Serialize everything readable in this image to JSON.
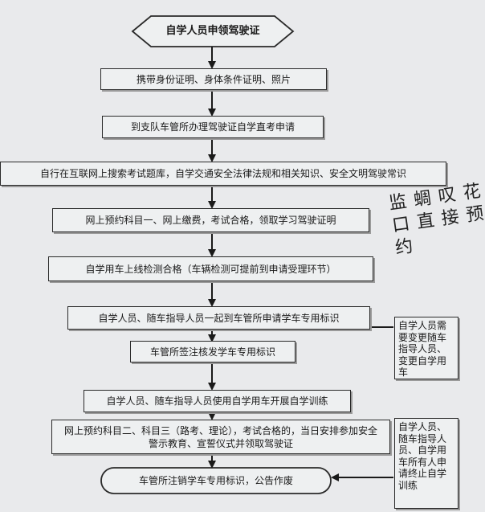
{
  "start": "自学人员申领驾驶证",
  "steps": [
    "携带身份证明、身体条件证明、照片",
    "到支队车管所办理驾驶证自学直考申请",
    "自行在互联网上搜索考试题库，自学交通安全法律法规和相关知识、安全文明驾驶常识",
    "网上预约科目一、网上缴费，考试合格，领取学习驾驶证明",
    "自学用车上线检测合格（车辆检测可提前到申请受理环节）",
    "自学人员、随车指导人员一起到车管所申请学车专用标识",
    "车管所签注核发学车专用标识",
    "自学人员、随车指导人员使用自学用车开展自学训练",
    "网上预约科目二、科目三（路考、理论），考试合格的，当日安排参加安全警示教育、宣誓仪式并领取驾驶证"
  ],
  "end": "车管所注销学车专用标识，公告作废",
  "side_notes": [
    "自学人员需要变更随车指导人员、变更自学用车",
    "自学人员、随车指导人员、自学用车所有人申请终止自学训练"
  ]
}
